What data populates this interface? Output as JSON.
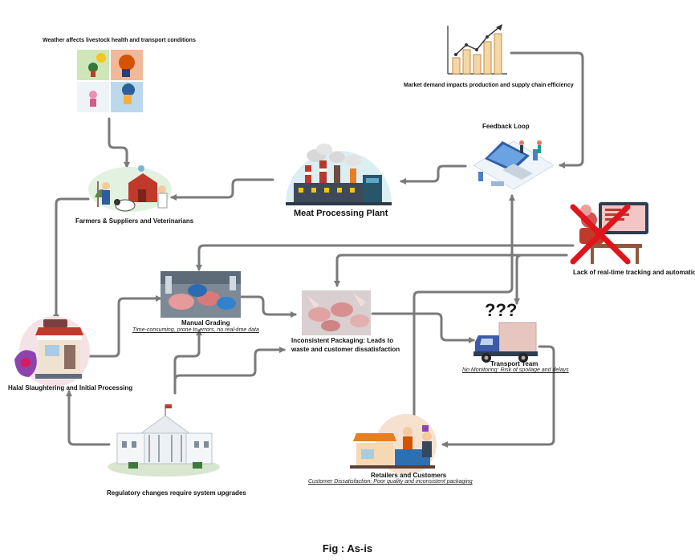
{
  "nodes": {
    "weather": {
      "label": "Weather affects livestock health and transport conditions"
    },
    "market": {
      "label": "Market demand impacts production and supply chain efficiency"
    },
    "feedback": {
      "label": "Feedback Loop"
    },
    "plant": {
      "label": "Meat Processing Plant"
    },
    "farmers": {
      "label": "Farmers & Suppliers and Veterinarians"
    },
    "lack": {
      "label": "Lack of real-time tracking and automation."
    },
    "grading": {
      "label": "Manual Grading",
      "note": "Time-consuming, prone to errors, no real-time data"
    },
    "packaging": {
      "label_line1": "Inconsistent Packaging: Leads to",
      "label_line2": "waste and customer dissatisfaction"
    },
    "transport": {
      "label": "Transport Team",
      "note": "No Monitoring: Risk of spoilage and delays",
      "question_marks": "???"
    },
    "halal": {
      "label": "Halal Slaughtering and Initial Processing"
    },
    "regulatory": {
      "label": "Regulatory changes require system upgrades"
    },
    "retailers": {
      "label": "Retailers and Customers",
      "note": "Customer Dissatisfaction: Poor quality and inconsistent packaging"
    }
  },
  "caption": "Fig : As-is",
  "colors": {
    "arrow": "#7a7a7a",
    "cross": "#e0141b"
  }
}
